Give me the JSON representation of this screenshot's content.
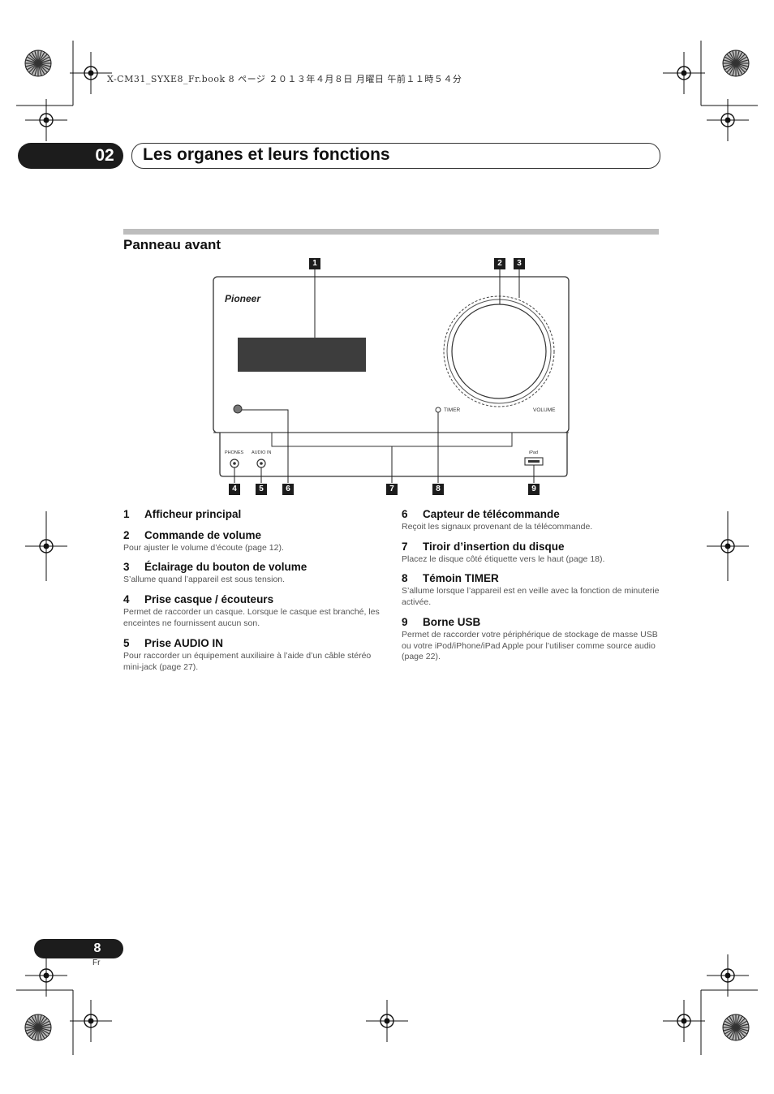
{
  "header": {
    "book_info": "X-CM31_SYXE8_Fr.book  8 ページ  ２０１３年４月８日  月曜日  午前１１時５４分",
    "chapter_number": "02",
    "chapter_title": "Les organes et leurs fonctions"
  },
  "section": {
    "title": "Panneau avant"
  },
  "device": {
    "brand": "Pioneer",
    "labels": {
      "timer": "TIMER",
      "volume": "VOLUME",
      "phones": "PHONES",
      "audio_in": "AUDIO IN",
      "ipad": "iPad"
    },
    "callouts": [
      "1",
      "2",
      "3",
      "4",
      "5",
      "6",
      "7",
      "8",
      "9"
    ]
  },
  "items": [
    {
      "num": "1",
      "title": "Afficheur principal",
      "desc": ""
    },
    {
      "num": "2",
      "title": "Commande de volume",
      "desc": "Pour ajuster le volume d’écoute (page 12)."
    },
    {
      "num": "3",
      "title": "Éclairage du bouton de volume",
      "desc": "S’allume quand l’appareil est sous tension."
    },
    {
      "num": "4",
      "title": "Prise casque / écouteurs",
      "desc": "Permet de raccorder un casque. Lorsque le casque est branché, les enceintes ne fournissent aucun son."
    },
    {
      "num": "5",
      "title": "Prise AUDIO IN",
      "desc": "Pour raccorder un équipement auxiliaire à l’aide d’un câble stéréo mini-jack (page 27)."
    },
    {
      "num": "6",
      "title": "Capteur de télécommande",
      "desc": "Reçoit les signaux provenant de la télécommande."
    },
    {
      "num": "7",
      "title": "Tiroir d’insertion du disque",
      "desc": "Placez le disque côté étiquette vers le haut (page 18)."
    },
    {
      "num": "8",
      "title": "Témoin TIMER",
      "desc": "S’allume lorsque l’appareil est en veille avec la fonction de minuterie activée."
    },
    {
      "num": "9",
      "title": "Borne USB",
      "desc": "Permet de raccorder votre périphérique de stockage de masse USB ou votre iPod/iPhone/iPad Apple pour l’utiliser comme source audio (page 22)."
    }
  ],
  "footer": {
    "page_number": "8",
    "language": "Fr"
  }
}
